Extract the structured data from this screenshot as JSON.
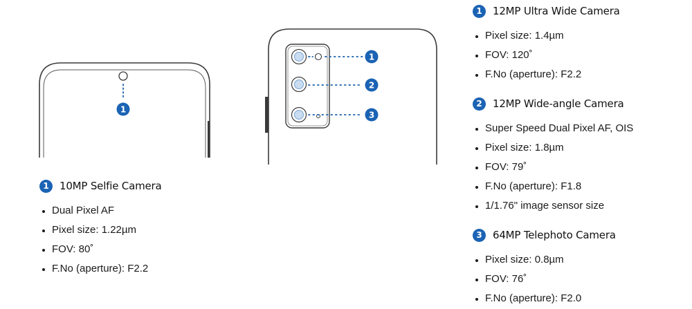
{
  "callout_numbers": {
    "one": "1",
    "two": "2",
    "three": "3"
  },
  "colors": {
    "accent": "#1b63b4",
    "dots": "#2f6fb4",
    "outline": "#3a3a3a",
    "lens": "#9dbde0"
  },
  "front_camera": {
    "title": "10MP Selfie Camera",
    "specs": [
      "Dual Pixel AF",
      "Pixel size: 1.22µm",
      "FOV: 80˚",
      "F.No (aperture): F2.2"
    ]
  },
  "rear_cameras": [
    {
      "number": "1",
      "title": "12MP Ultra Wide Camera",
      "specs": [
        "Pixel size: 1.4µm",
        "FOV: 120˚",
        "F.No (aperture): F2.2"
      ]
    },
    {
      "number": "2",
      "title": "12MP Wide-angle Camera",
      "specs": [
        "Super Speed Dual Pixel AF, OIS",
        "Pixel size: 1.8µm",
        "FOV: 79˚",
        "F.No (aperture): F1.8",
        "1/1.76\" image sensor size"
      ]
    },
    {
      "number": "3",
      "title": "64MP Telephoto Camera",
      "specs": [
        "Pixel size: 0.8µm",
        "FOV: 76˚",
        "F.No (aperture): F2.0"
      ]
    }
  ]
}
